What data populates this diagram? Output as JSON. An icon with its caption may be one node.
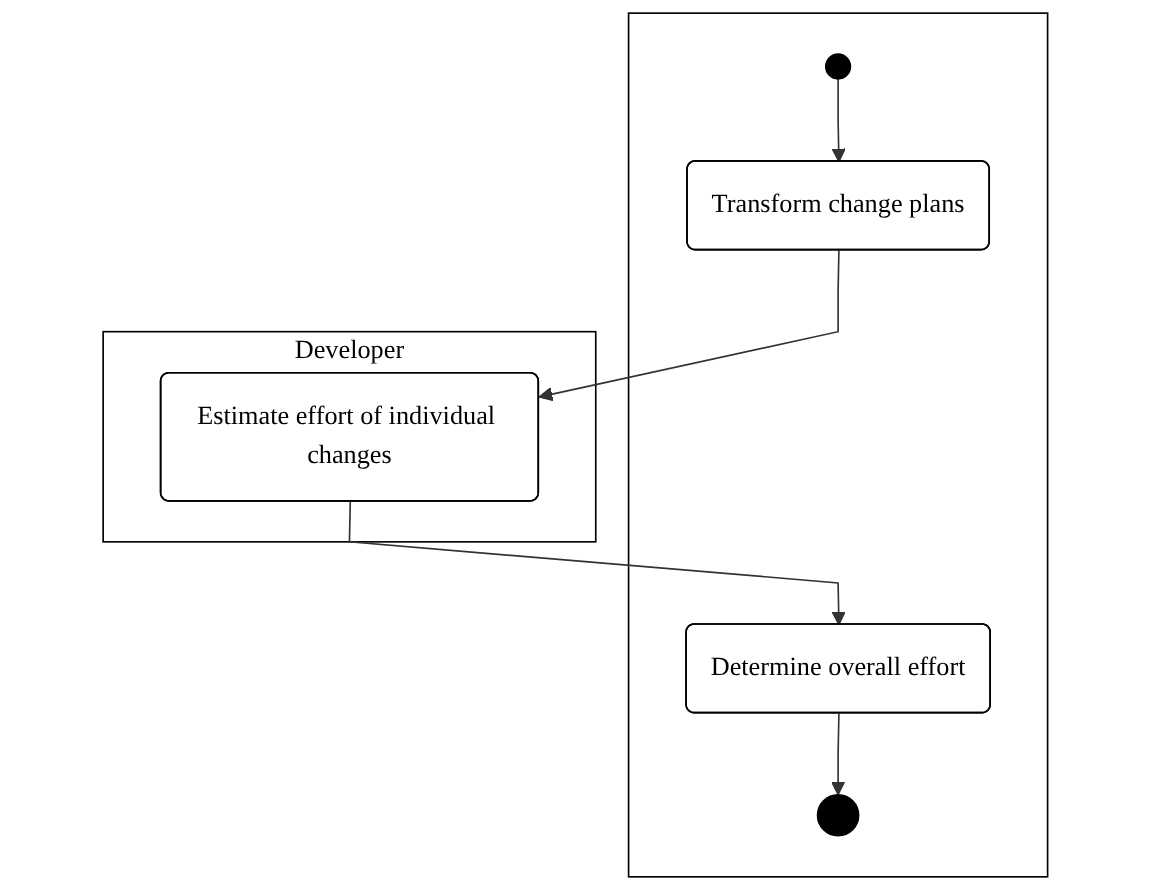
{
  "diagram": {
    "nodes": [
      {
        "text": [],
        "shape": "box"
      },
      {
        "text": [
          "Developer"
        ]
      },
      {
        "text": [],
        "shape": "circle",
        "in": 0
      },
      {
        "text": [
          "Transform change plans"
        ],
        "in": 0
      },
      {
        "text": [
          "Estimate effort of individual changes"
        ],
        "in": 1
      },
      {
        "text": [
          "Determine overall effort"
        ],
        "in": 0
      },
      {
        "text": [],
        "shape": "circle",
        "in": 0
      }
    ],
    "edges": [
      {
        "from": 2,
        "to": 3,
        "arrow": "to"
      },
      {
        "from": 3,
        "to": 4,
        "arrow": "to"
      },
      {
        "from": 4,
        "to": 5,
        "arrow": "to"
      },
      {
        "from": 5,
        "to": 6,
        "arrow": "to"
      }
    ]
  }
}
